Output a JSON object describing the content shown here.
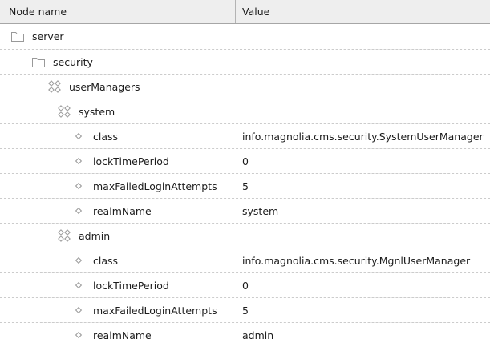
{
  "table": {
    "columns": [
      {
        "label": "Node name"
      },
      {
        "label": "Value"
      }
    ],
    "rows": [
      {
        "name": "server",
        "value": "",
        "level": 0,
        "icon": "folder-icon"
      },
      {
        "name": "security",
        "value": "",
        "level": 1,
        "icon": "folder-icon"
      },
      {
        "name": "userManagers",
        "value": "",
        "level": 2,
        "icon": "content-node-icon"
      },
      {
        "name": "system",
        "value": "",
        "level": 3,
        "icon": "content-node-icon"
      },
      {
        "name": "class",
        "value": "info.magnolia.cms.security.SystemUserManager",
        "level": 4,
        "icon": "property-icon"
      },
      {
        "name": "lockTimePeriod",
        "value": "0",
        "level": 4,
        "icon": "property-icon"
      },
      {
        "name": "maxFailedLoginAttempts",
        "value": "5",
        "level": 4,
        "icon": "property-icon"
      },
      {
        "name": "realmName",
        "value": "system",
        "level": 4,
        "icon": "property-icon"
      },
      {
        "name": "admin",
        "value": "",
        "level": 3,
        "icon": "content-node-icon"
      },
      {
        "name": "class",
        "value": "info.magnolia.cms.security.MgnlUserManager",
        "level": 4,
        "icon": "property-icon"
      },
      {
        "name": "lockTimePeriod",
        "value": "0",
        "level": 4,
        "icon": "property-icon"
      },
      {
        "name": "maxFailedLoginAttempts",
        "value": "5",
        "level": 4,
        "icon": "property-icon"
      },
      {
        "name": "realmName",
        "value": "admin",
        "level": 4,
        "icon": "property-icon"
      }
    ]
  },
  "colors": {
    "header_background": "#eeeeee",
    "header_border": "#a6a6a6",
    "column_divider": "#b3b3b3",
    "row_divider": "#cccccc",
    "icon_stroke": "#999999",
    "text": "#1c1c1c",
    "background": "#ffffff"
  }
}
